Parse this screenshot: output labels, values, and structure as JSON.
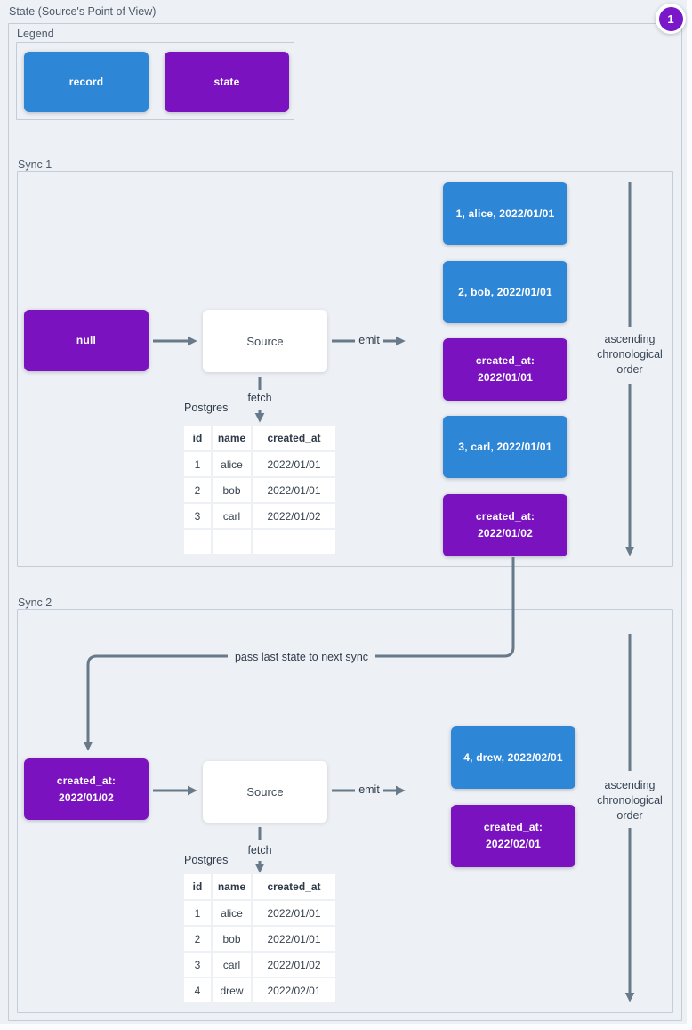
{
  "page": {
    "title": "State (Source's Point of View)",
    "badge": "1"
  },
  "colors": {
    "record_blue": "#2e86d6",
    "state_purple": "#7b12bf",
    "arrow_slate": "#68798a"
  },
  "legend": {
    "label": "Legend",
    "items": [
      {
        "label": "record"
      },
      {
        "label": "state"
      }
    ]
  },
  "connector": {
    "label": "pass last state to next sync"
  },
  "sync1": {
    "label": "Sync 1",
    "input_state": "null",
    "source": "Source",
    "emit_label": "emit",
    "fetch_label": "fetch",
    "db_label": "Postgres",
    "order_note": "ascending\nchronological\norder",
    "table": {
      "headers": [
        "id",
        "name",
        "created_at"
      ],
      "rows": [
        [
          "1",
          "alice",
          "2022/01/01"
        ],
        [
          "2",
          "bob",
          "2022/01/01"
        ],
        [
          "3",
          "carl",
          "2022/01/02"
        ],
        [
          "",
          "",
          ""
        ]
      ]
    },
    "emitted": [
      {
        "type": "record",
        "text": "1, alice, 2022/01/01"
      },
      {
        "type": "record",
        "text": "2, bob, 2022/01/01"
      },
      {
        "type": "state",
        "text": "created_at:\n2022/01/01"
      },
      {
        "type": "record",
        "text": "3, carl, 2022/01/01"
      },
      {
        "type": "state",
        "text": "created_at:\n2022/01/02"
      }
    ]
  },
  "sync2": {
    "label": "Sync 2",
    "input_state": "created_at:\n2022/01/02",
    "source": "Source",
    "emit_label": "emit",
    "fetch_label": "fetch",
    "db_label": "Postgres",
    "order_note": "ascending\nchronological\norder",
    "table": {
      "headers": [
        "id",
        "name",
        "created_at"
      ],
      "rows": [
        [
          "1",
          "alice",
          "2022/01/01"
        ],
        [
          "2",
          "bob",
          "2022/01/01"
        ],
        [
          "3",
          "carl",
          "2022/01/02"
        ],
        [
          "4",
          "drew",
          "2022/02/01"
        ]
      ]
    },
    "emitted": [
      {
        "type": "record",
        "text": "4, drew, 2022/02/01"
      },
      {
        "type": "state",
        "text": "created_at:\n2022/02/01"
      }
    ]
  }
}
